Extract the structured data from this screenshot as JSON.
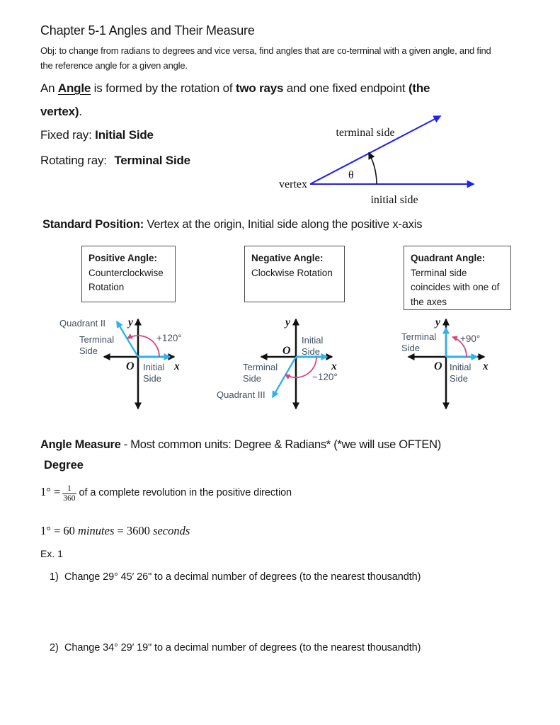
{
  "document": {
    "title": "Chapter 5-1 Angles and Their Measure",
    "objective_line1": "Obj: to change from radians to degrees and vice versa, find angles that are co-terminal with a given angle, and find",
    "objective_line2": "the reference angle for a given angle."
  },
  "intro": {
    "s1": "An ",
    "angle_word": "Angle",
    "s2": " is formed by the rotation of ",
    "two_rays": "two rays",
    "s3": " and one fixed endpoint ",
    "open_the": "(the",
    "vertex_close": "vertex)",
    "period": ".",
    "fixed_label": "Fixed ray:",
    "fixed_value": "Initial Side",
    "rotating_label": "Rotating ray:",
    "rotating_value": "Terminal Side"
  },
  "angle_diagram": {
    "terminal_label": "terminal side",
    "initial_label": "initial side",
    "vertex_label": "vertex",
    "theta_symbol": "θ"
  },
  "standard_position": {
    "bold": "Standard Position:",
    "rest": "Vertex at the origin, Initial side along the positive x-axis"
  },
  "definition_boxes": [
    {
      "title": "Positive Angle:",
      "body": "Counterclockwise Rotation"
    },
    {
      "title": "Negative Angle:",
      "body": "Clockwise Rotation"
    },
    {
      "title": "Quadrant Angle:",
      "body": "Terminal side coincides with one of the axes"
    }
  ],
  "axis_diagrams": [
    {
      "quadrant": "Quadrant II",
      "angle": "+120°",
      "terminal1": "Terminal",
      "terminal2": "Side",
      "initial1": "Initial",
      "initial2": "Side",
      "origin": "O",
      "x_label": "x",
      "y_label": "y"
    },
    {
      "quadrant": "Quadrant III",
      "angle": "−120°",
      "terminal1": "Terminal",
      "terminal2": "Side",
      "initial1": "Initial",
      "initial2": "Side",
      "origin": "O",
      "x_label": "x",
      "y_label": "y"
    },
    {
      "angle": "+90°",
      "terminal1": "Terminal",
      "terminal2": "Side",
      "initial1": "Initial",
      "initial2": "Side",
      "origin": "O",
      "x_label": "x",
      "y_label": "y"
    }
  ],
  "measure": {
    "heading_bold": "Angle Measure",
    "heading_rest": "- Most common units: Degree & Radians* (*we will use OFTEN)",
    "degree_heading": "Degree",
    "formula1": {
      "lhs": "1° =",
      "numerator": "1",
      "denominator": "360",
      "rest": "of a complete revolution in the positive direction"
    },
    "formula2": {
      "p1": "1° = 60",
      "italic1": "minutes",
      "p2": "= 3600",
      "italic2": "seconds"
    },
    "example_label": "Ex. 1",
    "problems": [
      {
        "number": "1)",
        "text": "Change 29° 45′ 26\" to a decimal number of degrees (to the nearest thousandth)"
      },
      {
        "number": "2)",
        "text": "Change 34° 29′ 19\" to a decimal number of degrees (to the nearest thousandth)"
      }
    ]
  },
  "colors": {
    "ray_blue": "#2222ee",
    "ray_cyan": "#2fb3e8",
    "arc_pink": "#d6477f",
    "axis_black": "#111111"
  }
}
